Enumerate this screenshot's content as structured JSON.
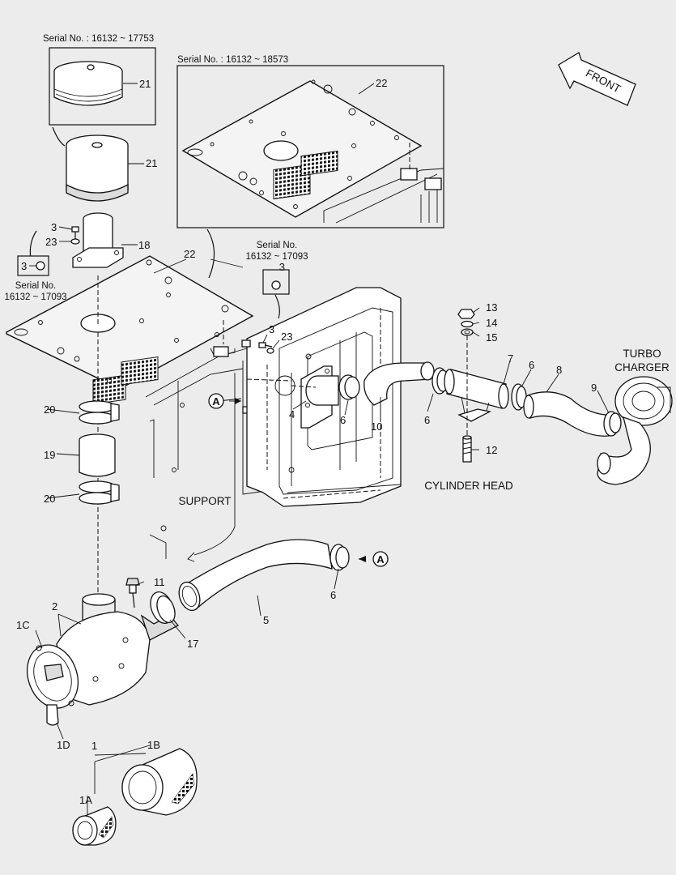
{
  "serials": {
    "top_left": "Serial No. : 16132 ~ 17753",
    "top_right": "Serial No. : 16132 ~ 18573",
    "left_head": "Serial No.",
    "left_range": "16132 ~ 17093",
    "mid_head": "Serial No.",
    "mid_range": "16132 ~ 17093"
  },
  "text_labels": {
    "front": "FRONT",
    "turbo_1": "TURBO",
    "turbo_2": "CHARGER",
    "cylinder_head": "CYLINDER HEAD",
    "support": "SUPPORT",
    "ref_a": "A"
  },
  "callouts": {
    "c21a": "21",
    "c22a": "22",
    "c21b": "21",
    "c3a": "3",
    "c23a": "23",
    "c18": "18",
    "c3b": "3",
    "c22b": "22",
    "c3c": "3",
    "c3d": "3",
    "c23b": "23",
    "c13": "13",
    "c14": "14",
    "c15": "15",
    "c7": "7",
    "c6a": "6",
    "c8": "8",
    "c9": "9",
    "c4": "4",
    "c6b": "6",
    "c10": "10",
    "c6c": "6",
    "c12": "12",
    "c20a": "20",
    "c19": "19",
    "c20b": "20",
    "c11": "11",
    "c2": "2",
    "c1c": "1C",
    "c6d": "6",
    "c5": "5",
    "c17": "17",
    "c1d": "1D",
    "c1": "1",
    "c1b": "1B",
    "c1a": "1A"
  }
}
